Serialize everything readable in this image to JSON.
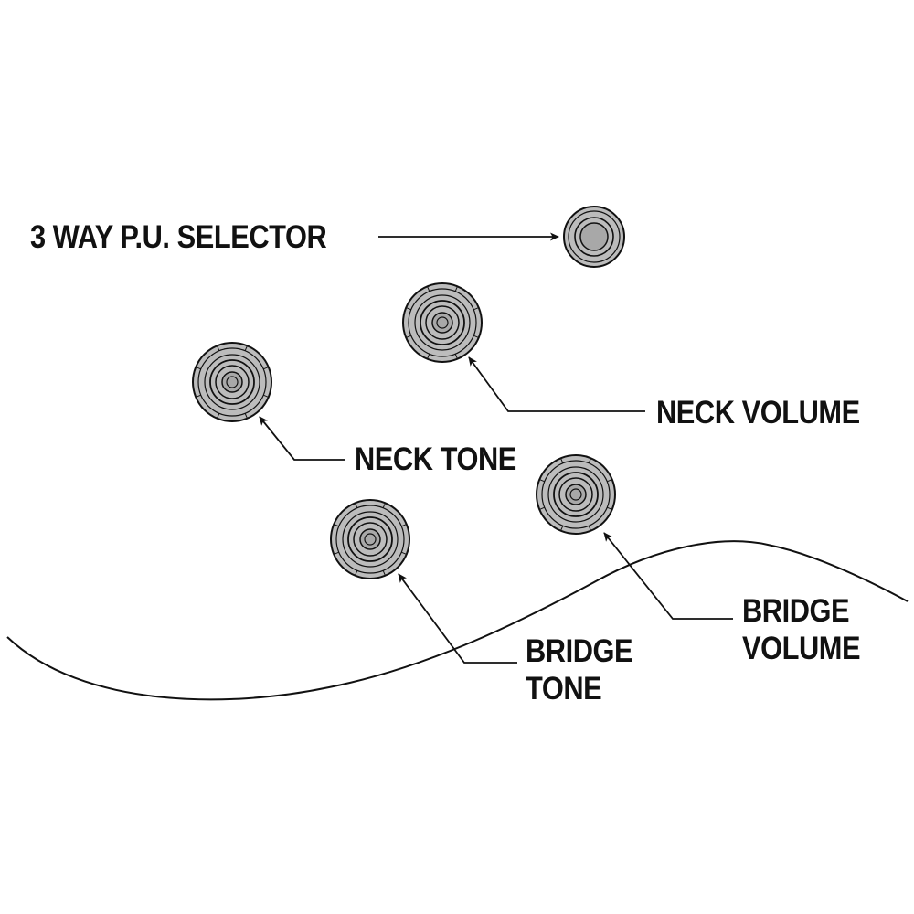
{
  "colors": {
    "line": "#111111",
    "knob_fill": "#bcbcbc",
    "knob_center": "#a8a8a8",
    "background": "#ffffff"
  },
  "labels": {
    "selector": "3 WAY P.U. SELECTOR",
    "neck_volume": "NECK VOLUME",
    "neck_tone": "NECK TONE",
    "bridge_volume_line1": "BRIDGE",
    "bridge_volume_line2": "VOLUME",
    "bridge_tone_line1": "BRIDGE",
    "bridge_tone_line2": "TONE"
  },
  "icons": {
    "selector": "toggle-switch-knob-icon",
    "knobs": "control-knob-icon"
  }
}
